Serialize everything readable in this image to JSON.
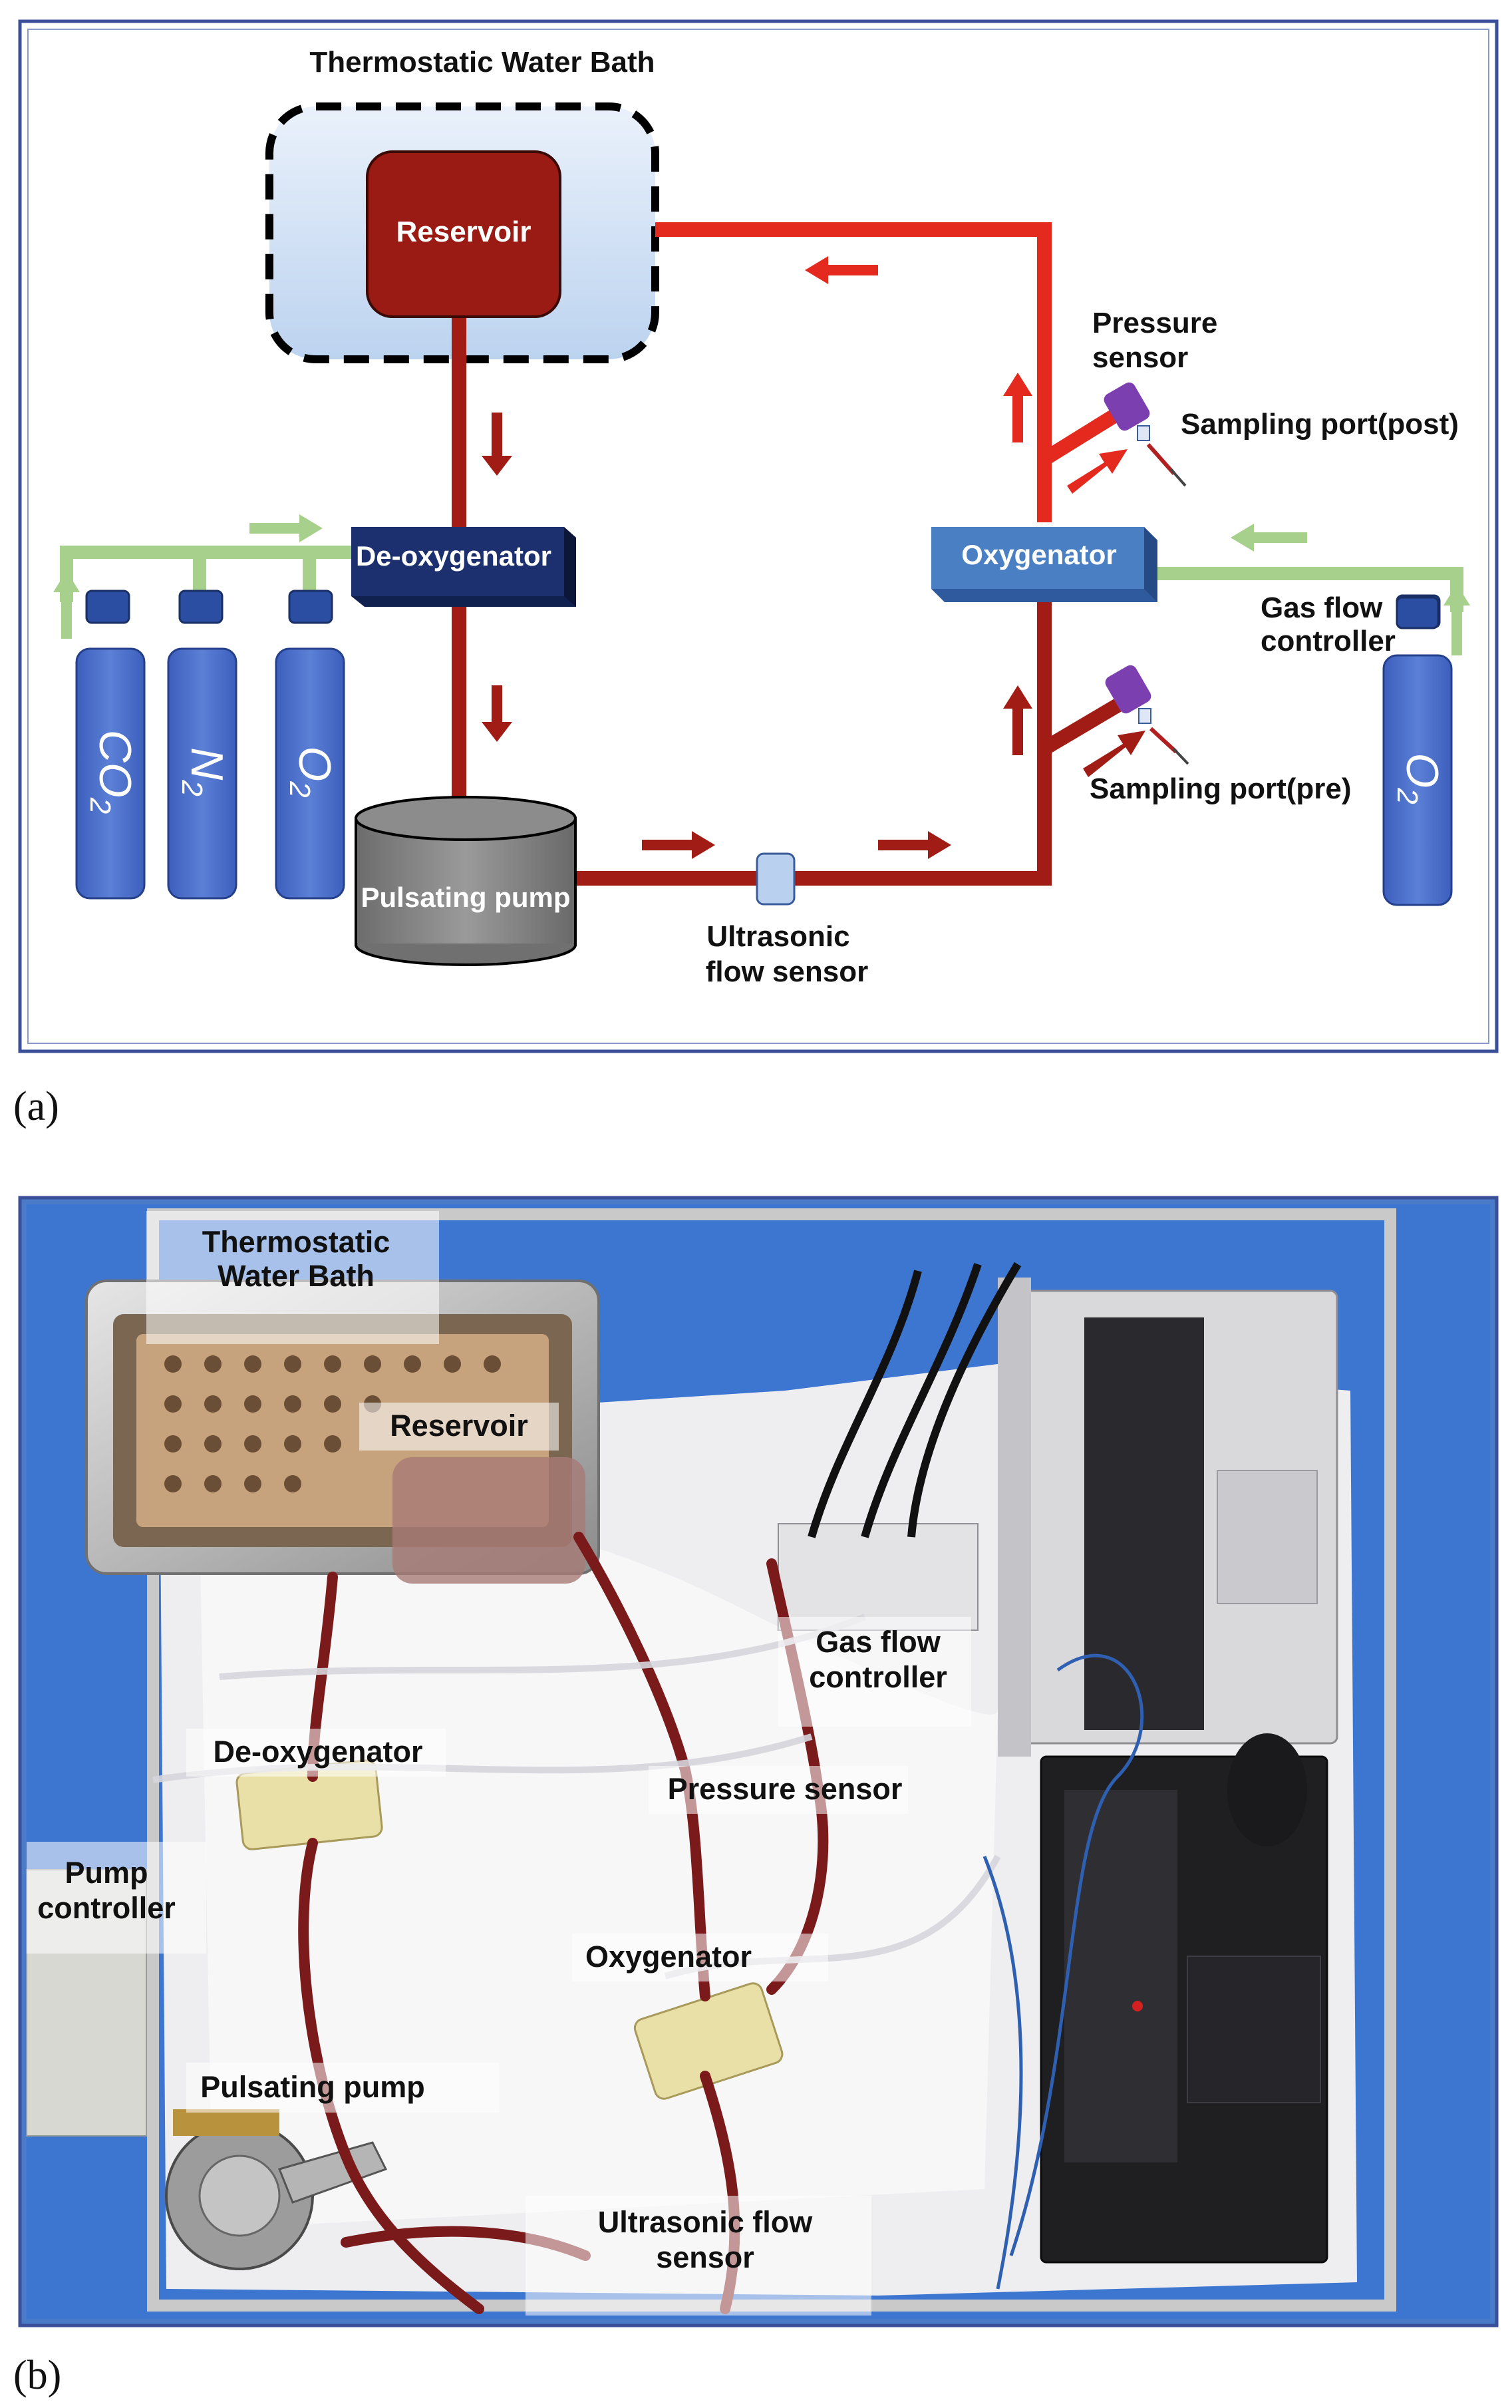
{
  "panel_a": {
    "label": "(a)",
    "water_bath": "Thermostatic Water Bath",
    "reservoir": "Reservoir",
    "deoxygenator": "De-oxygenator",
    "oxygenator": "Oxygenator",
    "pump": "Pulsating pump",
    "flow_sensor_line1": "Ultrasonic",
    "flow_sensor_line2": "flow sensor",
    "pressure_sensor_line1": "Pressure",
    "pressure_sensor_line2": "sensor",
    "sampling_post": "Sampling port(post)",
    "sampling_pre": "Sampling port(pre)",
    "gas_flow_line1": "Gas flow",
    "gas_flow_line2": "controller",
    "cylinders": [
      {
        "main": "CO",
        "sub": "2"
      },
      {
        "main": "N",
        "sub": "2"
      },
      {
        "main": "O",
        "sub": "2"
      }
    ],
    "right_cylinder": {
      "main": "O",
      "sub": "2"
    },
    "colors": {
      "blood_dark": "#a11c15",
      "blood_bright": "#e42a1f",
      "gas_line": "#a8d08d",
      "cylinder": "#4a6fc8",
      "deoxygenator": "#1c2f6e",
      "oxygenator": "#4a7fc4",
      "reservoir": "#9a1b14"
    }
  },
  "panel_b": {
    "label": "(b)",
    "tags": {
      "water_bath_1": "Thermostatic",
      "water_bath_2": "Water Bath",
      "reservoir": "Reservoir",
      "gas_flow_1": "Gas flow",
      "gas_flow_2": "controller",
      "deoxygenator": "De-oxygenator",
      "pressure_sensor": "Pressure sensor",
      "pump_controller_1": "Pump",
      "pump_controller_2": "controller",
      "oxygenator": "Oxygenator",
      "pulsating_pump": "Pulsating pump",
      "flow_sensor_1": "Ultrasonic flow",
      "flow_sensor_2": "sensor"
    }
  }
}
